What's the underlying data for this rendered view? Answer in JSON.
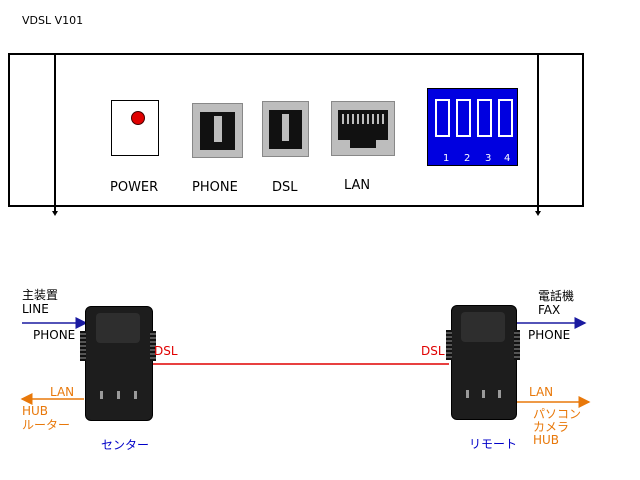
{
  "title": "VDSL V101",
  "ports": {
    "power": "POWER",
    "phone": "PHONE",
    "dsl": "DSL",
    "lan": "LAN",
    "dip_numbers": [
      "1",
      "2",
      "3",
      "4"
    ]
  },
  "left": {
    "line_top": "主装置",
    "line_bottom": "LINE",
    "phone": "PHONE",
    "dsl": "DSL",
    "lan": "LAN",
    "hub_top": "HUB",
    "hub_bottom": "ルーター",
    "device": "センター"
  },
  "right": {
    "phone_top": "電話機",
    "phone_mid": "FAX",
    "phone": "PHONE",
    "dsl": "DSL",
    "lan": "LAN",
    "lan_dev1": "パソコン",
    "lan_dev2": "カメラ",
    "lan_dev3": "HUB",
    "device": "リモート"
  },
  "colors": {
    "dsl_line": "#e00000",
    "lan_line": "#e8780a",
    "phone_line": "#1a1aa0",
    "dip_switch": "#0000e0",
    "power_led": "#e00000"
  }
}
